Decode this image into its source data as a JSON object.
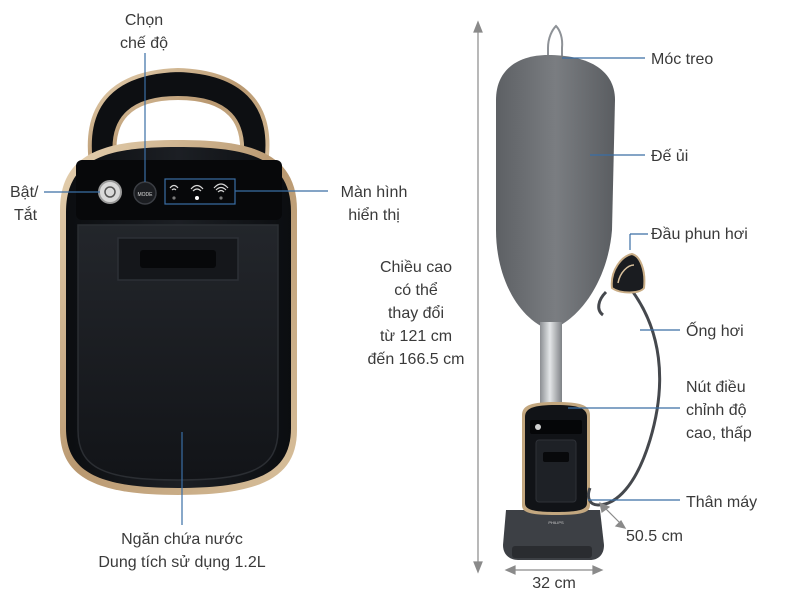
{
  "labels": {
    "chon_che_do": [
      "Chọn",
      "chế độ"
    ],
    "bat_tat": [
      "Bật/",
      "Tắt"
    ],
    "man_hinh": [
      "Màn hình",
      "hiển thị"
    ],
    "ngan_chua": [
      "Ngăn chứa nước",
      "Dung tích sử dụng 1.2L"
    ],
    "chieu_cao": [
      "Chiều cao",
      "có thể",
      "thay đổi",
      "từ 121 cm",
      "đến 166.5 cm"
    ],
    "moc_treo": "Móc treo",
    "de_ui": "Đế ủi",
    "dau_phun": "Đầu phun hơi",
    "ong_hoi": "Ống hơi",
    "nut_dieu_chinh": [
      "Nút điều",
      "chỉnh độ",
      "cao, thấp"
    ],
    "than_may": "Thân máy",
    "depth": "50.5 cm",
    "width": "32 cm"
  },
  "device": {
    "mode_button": "MODE",
    "brand": "PHILIPS"
  },
  "colors": {
    "body_black": "#101215",
    "gold_trim": "#c9ad86",
    "board_gray": "#6f7275",
    "pointer_blue": "#3a6ea5",
    "dim_gray": "#8a8a8a"
  }
}
